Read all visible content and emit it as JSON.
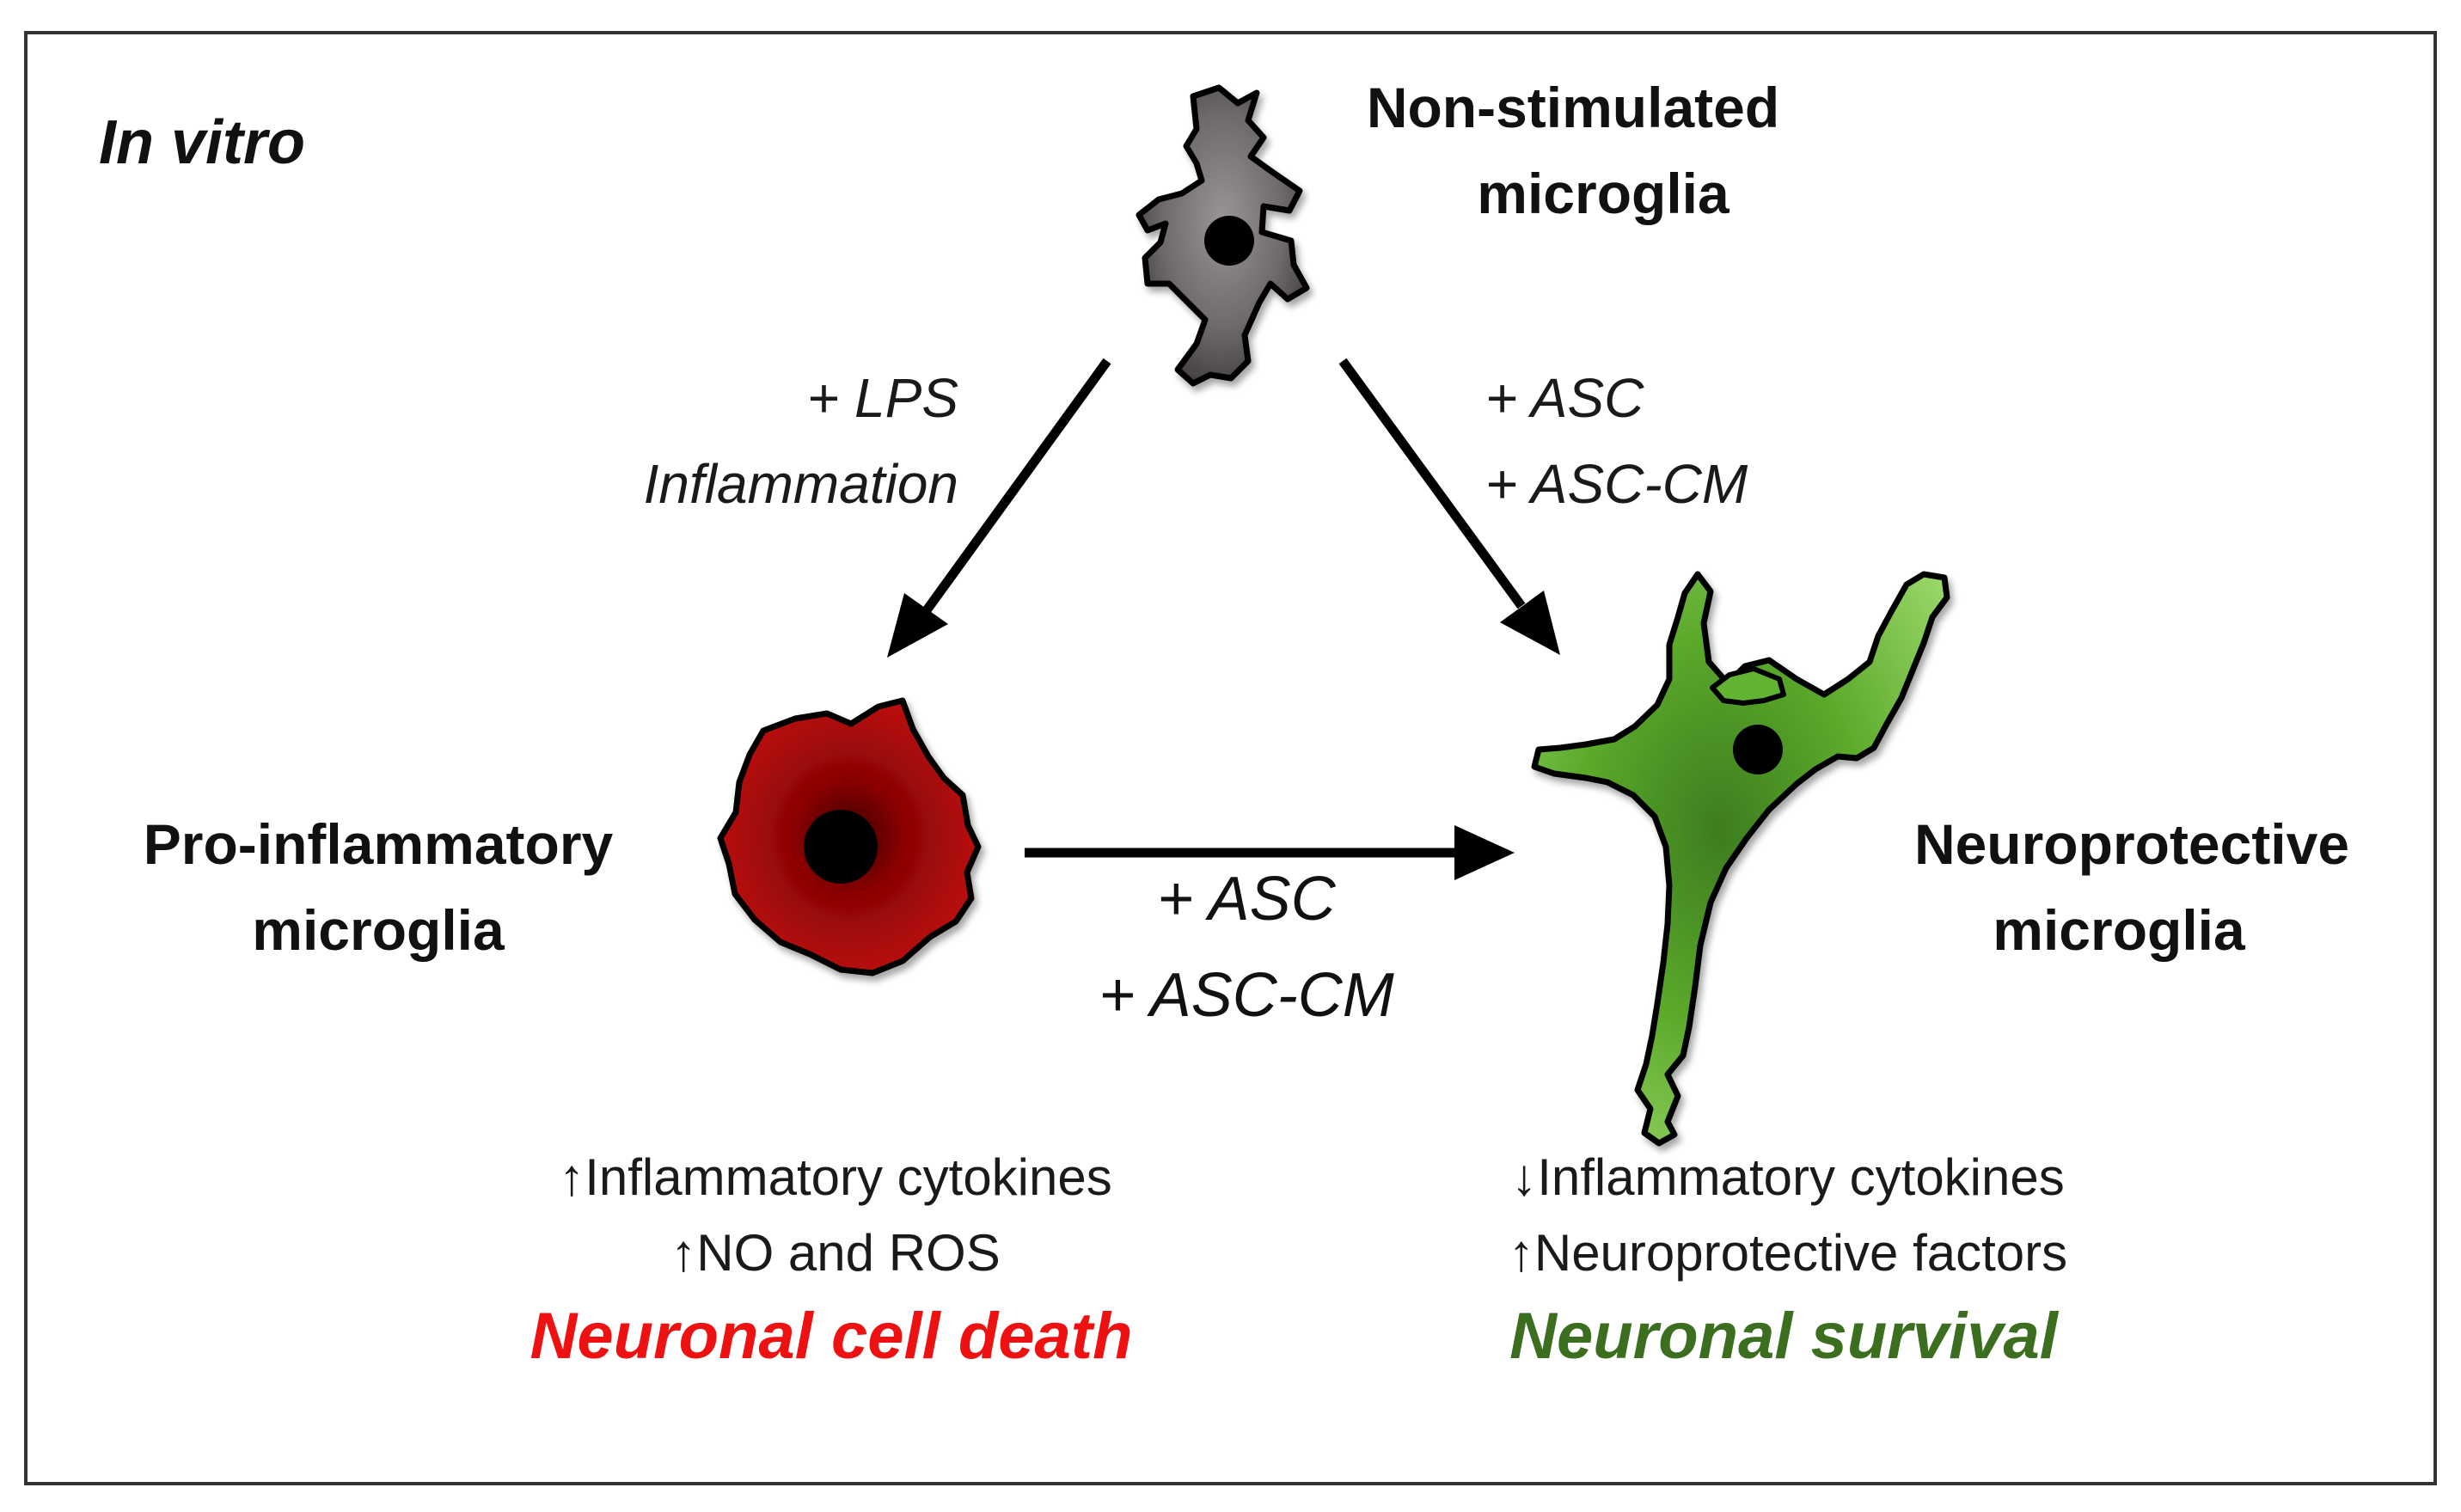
{
  "title": "In vitro",
  "nodes": {
    "non_stimulated": {
      "line1": "Non-stimulated",
      "line2": "microglia",
      "icon": "resting-microglia-cell-icon"
    },
    "pro_inflammatory": {
      "line1": "Pro-inflammatory",
      "line2": "microglia",
      "icon": "activated-microglia-cell-icon"
    },
    "neuroprotective": {
      "line1": "Neuroprotective",
      "line2": "microglia",
      "icon": "ramified-microglia-cell-icon"
    }
  },
  "edges": {
    "lps": {
      "line1": "+ LPS",
      "line2": "Inflammation"
    },
    "asc_top": {
      "line1": "+ ASC",
      "line2": "+ ASC-CM"
    },
    "asc_bottom": {
      "line1": "+ ASC",
      "line2": "+ ASC-CM"
    }
  },
  "effects": {
    "left": {
      "line1_arrow": "↑",
      "line1_text": "Inflammatory cytokines",
      "line2_arrow": "↑",
      "line2_text": "NO and ROS",
      "outcome": "Neuronal cell death"
    },
    "right": {
      "line1_arrow": "↓",
      "line1_text": "Inflammatory cytokines",
      "line2_arrow": "↑",
      "line2_text": "Neuroprotective factors",
      "outcome": "Neuronal survival"
    }
  },
  "colors": {
    "outcome_death": "#ee1111",
    "outcome_survival": "#3b6e1e",
    "cell_grey": "#6e6a6a",
    "cell_red": "#b80a0a",
    "cell_green": "#5fae2e"
  }
}
